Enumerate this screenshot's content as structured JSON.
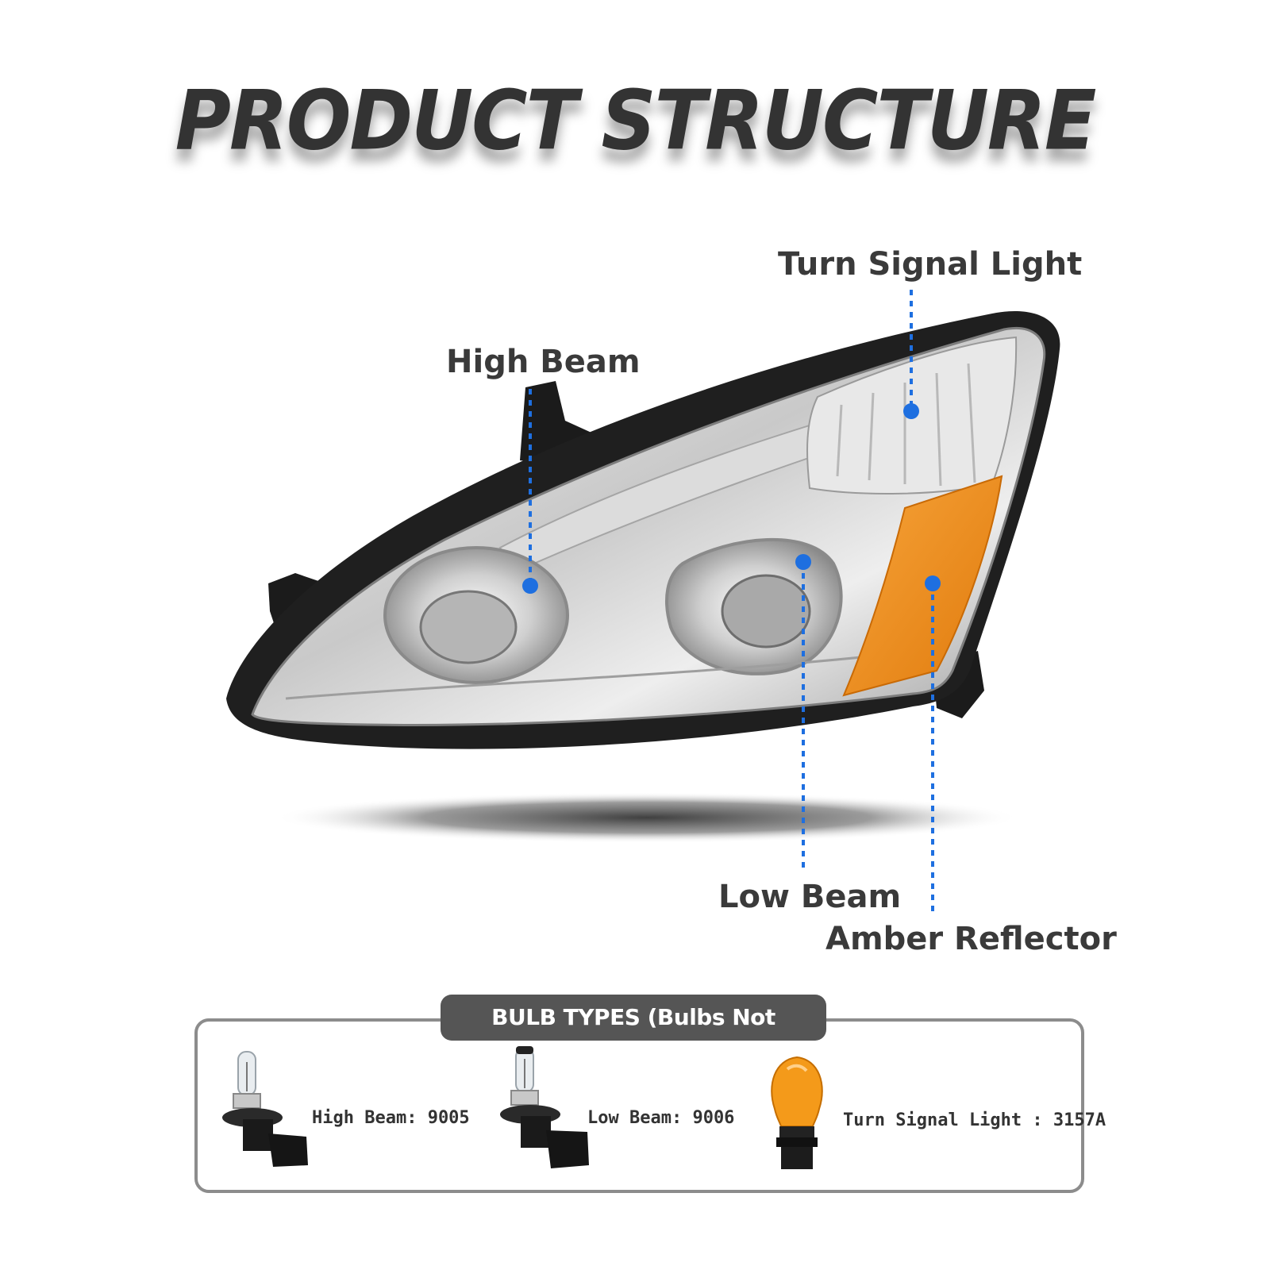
{
  "title": "PRODUCT STRUCTURE",
  "callouts": {
    "turn_signal": "Turn Signal Light",
    "high_beam": "High Beam",
    "low_beam": "Low Beam",
    "amber_reflector": "Amber Reflector"
  },
  "bulbs": {
    "header": "BULB TYPES (Bulbs Not Included)",
    "items": [
      {
        "label": "High Beam: 9005"
      },
      {
        "label": "Low Beam: 9006"
      },
      {
        "label": "Turn Signal Light : 3157A"
      }
    ]
  },
  "colors": {
    "callout_blue": "#1e6fe0",
    "amber": "#f0901a",
    "title_text": "#333333"
  }
}
